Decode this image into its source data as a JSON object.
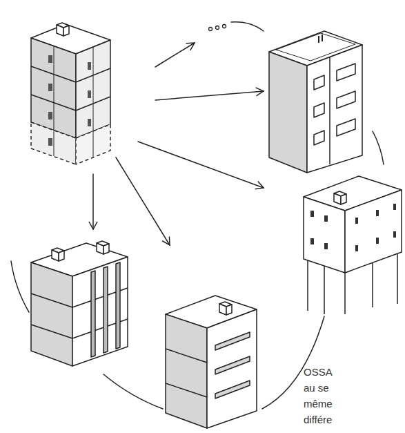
{
  "diagram": {
    "labels": [
      "OSSA",
      "au se",
      "même",
      "différe"
    ]
  }
}
